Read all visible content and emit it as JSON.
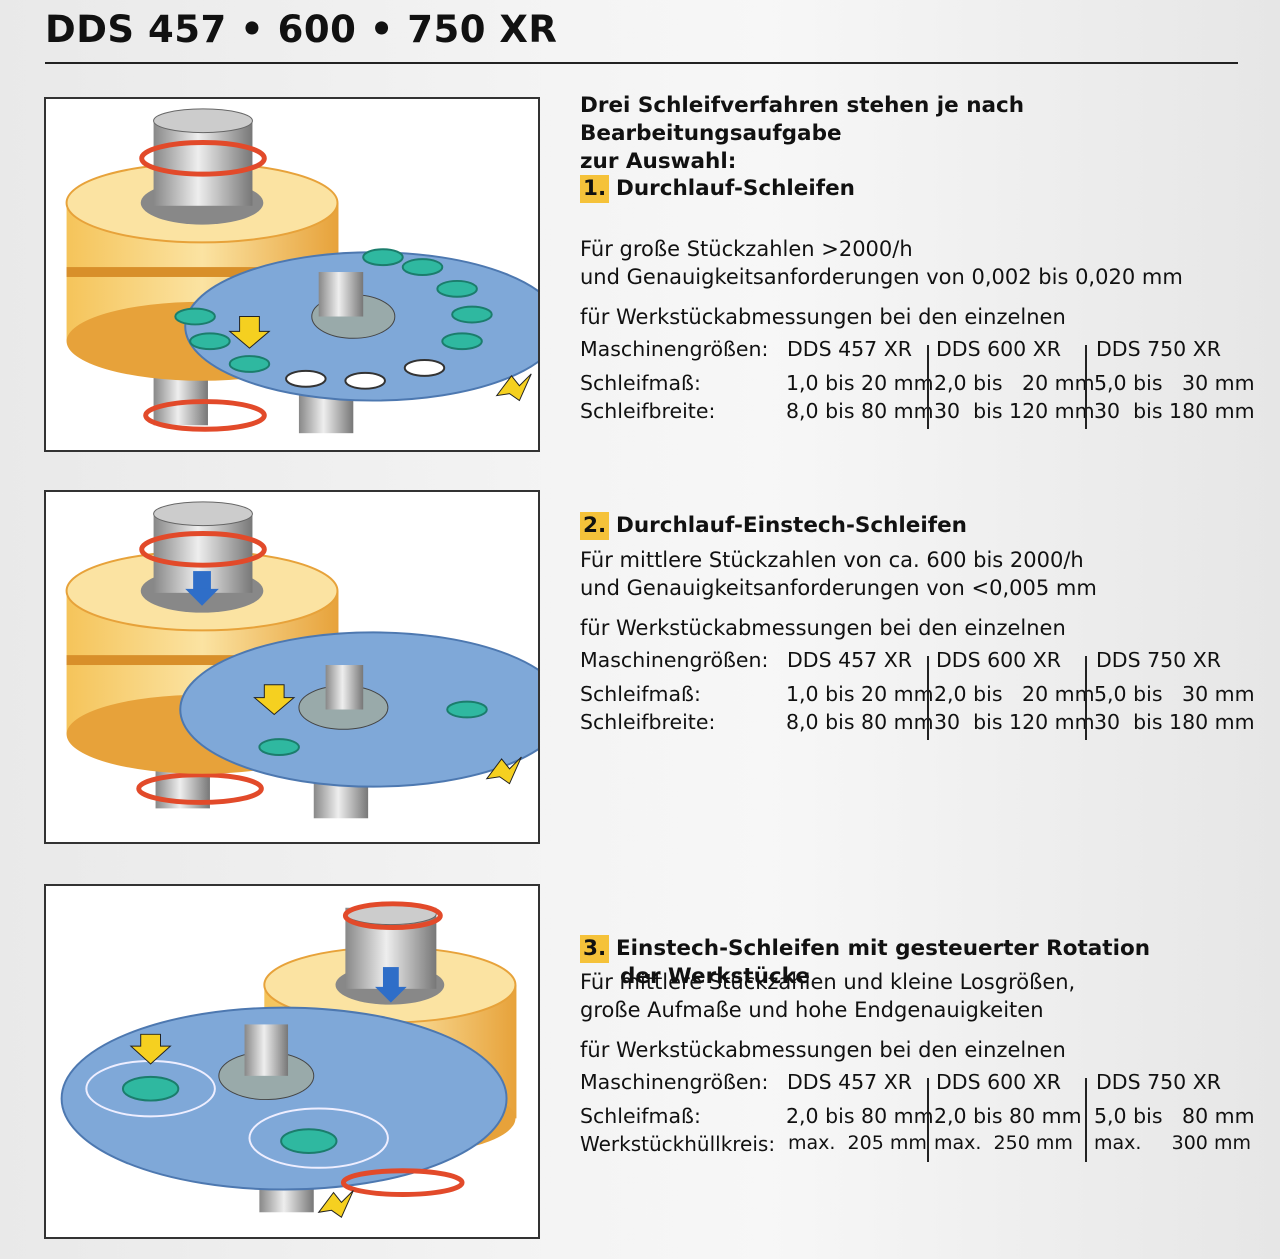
{
  "title": "DDS 457 • 600 • 750 XR",
  "intro": [
    "Drei Schleifverfahren stehen je nach Bearbeitungsaufgabe",
    "zur Auswahl:"
  ],
  "sections": [
    {
      "num": "1.",
      "heading": [
        "Durchlauf-Schleifen"
      ],
      "desc": [
        "Für große Stückzahlen >2000/h",
        "und Genauigkeitsanforderungen von 0,002 bis 0,020 mm"
      ],
      "for_text": "für Werkstückabmessungen bei den einzelnen",
      "sizes_label": "Maschinengrößen:",
      "machines": [
        "DDS 457 XR",
        "DDS 600 XR",
        "DDS 750 XR"
      ],
      "rows": [
        {
          "label": "Schleifmaß:",
          "cells": [
            "1,0 bis 20 mm",
            "2,0 bis   20 mm",
            "5,0 bis   30 mm"
          ]
        },
        {
          "label": "Schleifbreite:",
          "cells": [
            "8,0 bis 80 mm",
            "30  bis 120 mm",
            "30  bis 180 mm"
          ]
        }
      ]
    },
    {
      "num": "2.",
      "heading": [
        "Durchlauf-Einstech-Schleifen"
      ],
      "desc": [
        "Für mittlere Stückzahlen von ca. 600 bis 2000/h",
        "und Genauigkeitsanforderungen von <0,005 mm"
      ],
      "for_text": "für Werkstückabmessungen bei den einzelnen",
      "sizes_label": "Maschinengrößen:",
      "machines": [
        "DDS 457 XR",
        "DDS 600 XR",
        "DDS 750 XR"
      ],
      "rows": [
        {
          "label": "Schleifmaß:",
          "cells": [
            "1,0 bis 20 mm",
            "2,0 bis   20 mm",
            "5,0 bis   30 mm"
          ]
        },
        {
          "label": "Schleifbreite:",
          "cells": [
            "8,0 bis 80 mm",
            "30  bis 120 mm",
            "30  bis 180 mm"
          ]
        }
      ]
    },
    {
      "num": "3.",
      "heading": [
        "Einstech-Schleifen mit gesteuerter Rotation",
        "der Werkstücke"
      ],
      "desc": [
        "Für mittlere Stückzahlen und kleine Losgrößen,",
        "große Aufmaße und hohe Endgenauigkeiten"
      ],
      "for_text": "für Werkstückabmessungen bei den einzelnen",
      "sizes_label": "Maschinengrößen:",
      "machines": [
        "DDS 457 XR",
        "DDS 600 XR",
        "DDS 750 XR"
      ],
      "rows": [
        {
          "label": "Schleifmaß:",
          "cells": [
            "2,0 bis 80 mm",
            "2,0 bis 80 mm",
            "5,0 bis   80 mm"
          ]
        },
        {
          "label": "Werkstückhüllkreis:",
          "cells": [
            "max.  205 mm",
            "max.  250 mm",
            "max.     300 mm"
          ]
        }
      ]
    }
  ],
  "colors": {
    "accent": "#f5c23a",
    "wheel": "#f2b84a",
    "disc": "#7fa8d8",
    "part": "#2fb8a0",
    "arrow": "#e24a2a"
  }
}
